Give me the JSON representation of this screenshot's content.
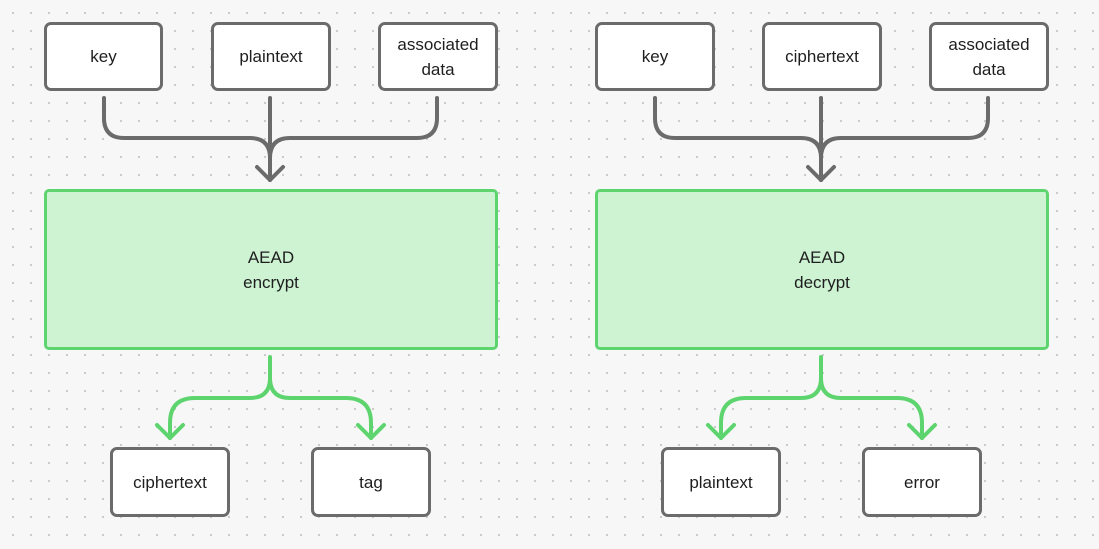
{
  "encrypt": {
    "inputs": {
      "key": "key",
      "plaintext": "plaintext",
      "associated_data": "associated\ndata"
    },
    "operation": "AEAD\nencrypt",
    "outputs": {
      "ciphertext": "ciphertext",
      "tag": "tag"
    }
  },
  "decrypt": {
    "inputs": {
      "key": "key",
      "ciphertext": "ciphertext",
      "associated_data": "associated\ndata"
    },
    "operation": "AEAD\ndecrypt",
    "outputs": {
      "plaintext": "plaintext",
      "error": "error"
    }
  },
  "colors": {
    "input_border": "#6b6b6b",
    "process_fill": "#cdf3d3",
    "process_border": "#5ed46f",
    "output_arrow": "#5ed46f",
    "input_arrow": "#6b6b6b"
  }
}
